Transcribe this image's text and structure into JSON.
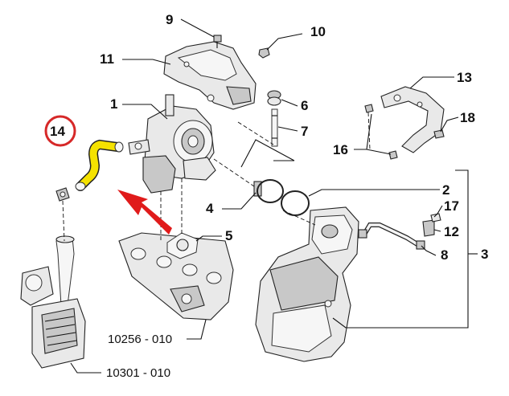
{
  "callouts": {
    "c1": "1",
    "c2": "2",
    "c3": "3",
    "c4": "4",
    "c5": "5",
    "c6": "6",
    "c7": "7",
    "c8": "8",
    "c9": "9",
    "c10": "10",
    "c11": "11",
    "c12": "12",
    "c13": "13",
    "c14": "14",
    "c16": "16",
    "c17": "17",
    "c18": "18"
  },
  "references": {
    "exhaust_manifold": "10256 - 010",
    "filter_module": "10301 - 010"
  },
  "highlight": {
    "part": "14",
    "circle_color": "#d62828",
    "hose_color": "#f5e200",
    "arrow_color": "#e01b1b"
  }
}
